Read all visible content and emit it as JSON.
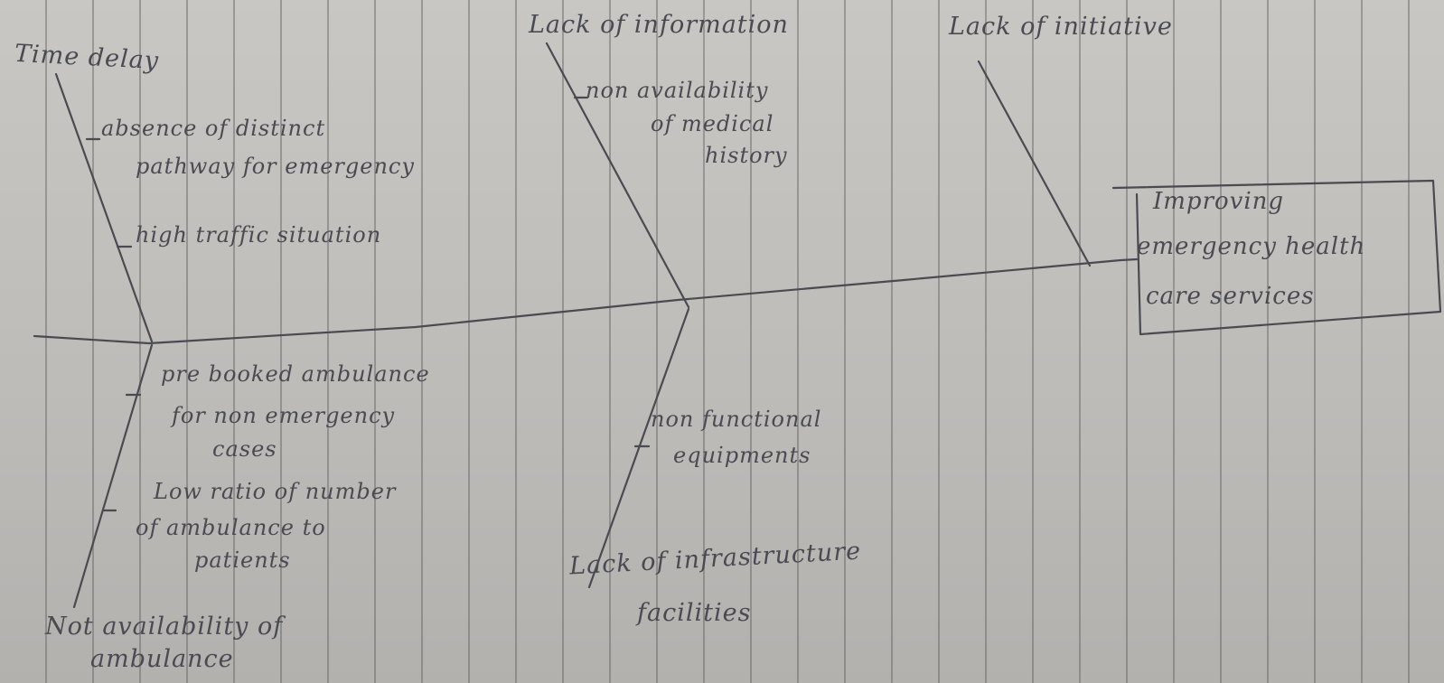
{
  "effect": {
    "lines": [
      "Improving",
      "emergency health",
      "care services"
    ]
  },
  "categories": [
    {
      "label": "Time delay",
      "causes": [
        {
          "lines": [
            "absence of distinct",
            "pathway for emergency"
          ]
        },
        {
          "lines": [
            "high traffic situation"
          ]
        }
      ]
    },
    {
      "label": "Lack of information",
      "causes": [
        {
          "lines": [
            "non availability",
            "of medical",
            "history"
          ]
        }
      ]
    },
    {
      "label": "Lack of initiative",
      "causes": []
    },
    {
      "label_lines": [
        "Not availability of",
        "ambulance"
      ],
      "causes": [
        {
          "lines": [
            "pre booked ambulance",
            "for non emergency",
            "cases"
          ]
        },
        {
          "lines": [
            "Low ratio of number",
            "of ambulance to",
            "patients"
          ]
        }
      ]
    },
    {
      "label_lines": [
        "Lack of infrastructure",
        "facilities"
      ],
      "causes": [
        {
          "lines": [
            "non functional",
            "equipments"
          ]
        }
      ]
    }
  ],
  "colors": {
    "ink": "#4a4a52",
    "paper": "#c4c2bf",
    "rule": "#6b6b6b"
  }
}
